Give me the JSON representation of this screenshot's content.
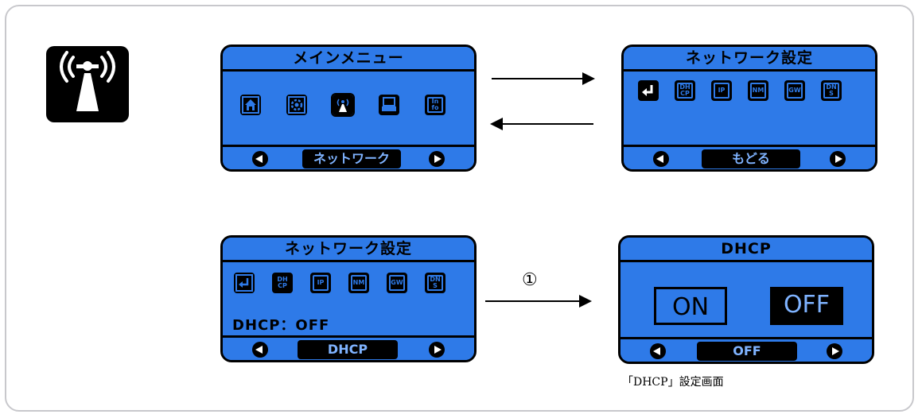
{
  "screens": {
    "main_menu": {
      "title": "メインメニュー",
      "icons": [
        "home-icon",
        "settings-icon",
        "network-icon",
        "printer-icon",
        "info-icon"
      ],
      "icon_labels": [
        "",
        "",
        "",
        "",
        "In fo"
      ],
      "bottom_label": "ネットワーク"
    },
    "network_settings_top": {
      "title": "ネットワーク設定",
      "icons": [
        "return-icon",
        "dhcp-icon",
        "ip-icon",
        "nm-icon",
        "gw-icon",
        "dns-icon"
      ],
      "icon_labels": [
        "",
        "DH CP",
        "IP",
        "NM",
        "GW",
        "DN S"
      ],
      "bottom_label": "もどる"
    },
    "network_settings_dhcp": {
      "title": "ネットワーク設定",
      "icons": [
        "return-icon",
        "dhcp-icon",
        "ip-icon",
        "nm-icon",
        "gw-icon",
        "dns-icon"
      ],
      "icon_labels": [
        "",
        "DH CP",
        "IP",
        "NM",
        "GW",
        "DN S"
      ],
      "status": "DHCP：OFF",
      "bottom_label": "DHCP"
    },
    "dhcp_setting": {
      "title": "DHCP",
      "on_label": "ON",
      "off_label": "OFF",
      "bottom_label": "OFF"
    }
  },
  "step_marker": "①",
  "caption": "「DHCP」設定画面"
}
